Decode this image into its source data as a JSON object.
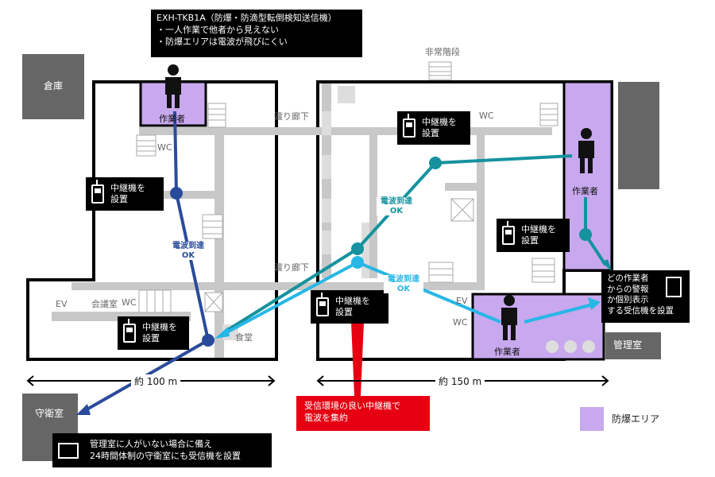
{
  "top_callout": {
    "title": "EXH-TKB1A（防爆・防滴型転倒検知送信機）",
    "line1": "・一人作業で他者から見えない",
    "line2": "・防爆エリアは電波が飛びにくい"
  },
  "labels": {
    "warehouse": "倉庫",
    "emergency_stairs": "非常階段",
    "corridor_top": "渡り廊下",
    "corridor_mid": "渡り廊下",
    "wc_left": "WC",
    "wc_right": "WC",
    "wc_bottom_left": "WC",
    "wc_bottom_right": "WC",
    "ev_left": "EV",
    "ev_right": "EV",
    "meeting_room": "会議室",
    "cafeteria": "食堂",
    "guard_room": "守衛室",
    "management_room": "管理室",
    "legend_explosion": "防爆エリア"
  },
  "workers": {
    "w1": "作業者",
    "w2": "作業者",
    "w3": "作業者"
  },
  "repeaters": {
    "r1": [
      "中継機を",
      "設置"
    ],
    "r2": [
      "中継機を",
      "設置"
    ],
    "r3": [
      "中継機を",
      "設置"
    ],
    "r4": [
      "中継機を",
      "設置"
    ],
    "r5": [
      "中継機を",
      "設置"
    ]
  },
  "ok_labels": {
    "ok1": [
      "電波到達",
      "OK"
    ],
    "ok2": [
      "電波到達",
      "OK"
    ],
    "ok3": [
      "電波到達",
      "OK"
    ]
  },
  "receiver_callout": [
    "どの作業者",
    "からの警報",
    "か個別表示",
    "する受信機を設置"
  ],
  "guard_callout": [
    "管理室に人がいない場合に備え",
    "24時間体制の守衛室にも受信機を設置"
  ],
  "red_callout": [
    "受信環境の良い中継機で",
    "電波を集約"
  ],
  "distances": {
    "left": "約 100 m",
    "right": "約 150 m"
  },
  "colors": {
    "explosion_area": "#c8a8ee",
    "left_route": "#2a4b9b",
    "right_route": "#15929e",
    "light_route": "#27b7e6",
    "accent_red": "#e60012"
  }
}
